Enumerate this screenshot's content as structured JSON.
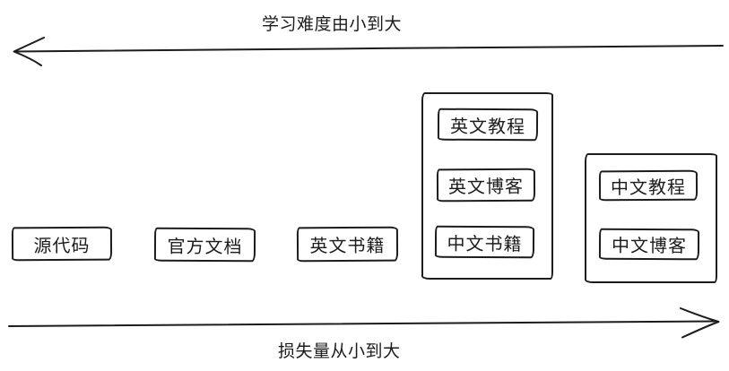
{
  "diagram": {
    "top_axis": {
      "label": "学习难度由小到大",
      "direction": "left"
    },
    "bottom_axis": {
      "label": "损失量从小到大",
      "direction": "right"
    },
    "boxes": [
      {
        "id": "source-code",
        "label": "源代码"
      },
      {
        "id": "official-docs",
        "label": "官方文档"
      },
      {
        "id": "english-books",
        "label": "英文书籍"
      }
    ],
    "groups": [
      {
        "id": "group-1",
        "items": [
          {
            "label": "英文教程"
          },
          {
            "label": "英文博客"
          },
          {
            "label": "中文书籍"
          }
        ]
      },
      {
        "id": "group-2",
        "items": [
          {
            "label": "中文教程"
          },
          {
            "label": "中文博客"
          }
        ]
      }
    ],
    "colors": {
      "ink": "#1c1c1c",
      "background": "#ffffff"
    }
  }
}
